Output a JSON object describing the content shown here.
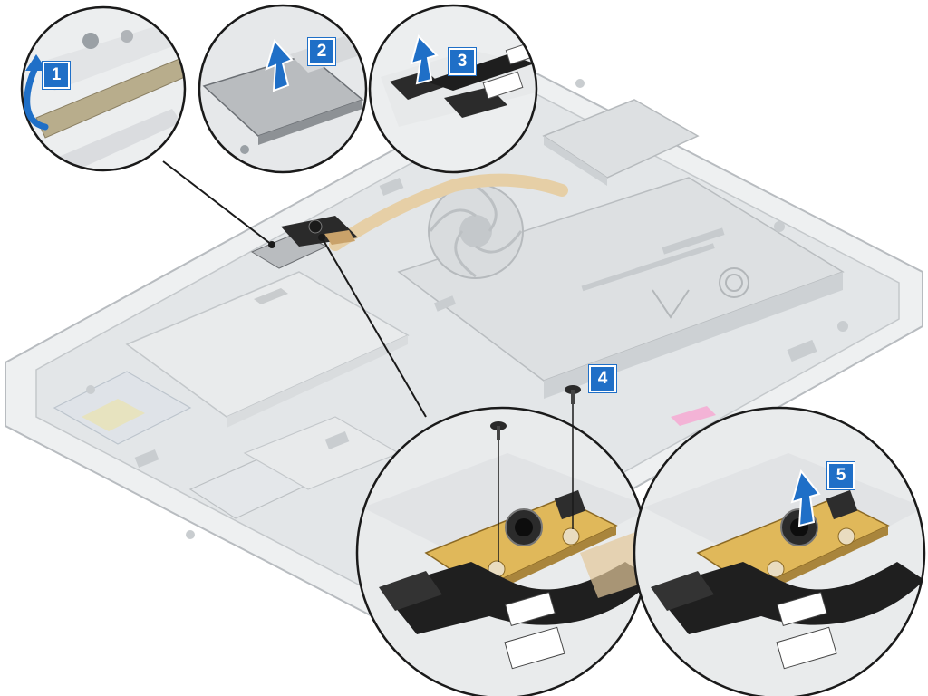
{
  "figure": {
    "steps": [
      {
        "label": "1",
        "action": "peel-arrow-icon"
      },
      {
        "label": "2",
        "action": "lift-arrow-icon"
      },
      {
        "label": "3",
        "action": "lift-arrow-icon"
      },
      {
        "label": "4",
        "action": "screw-icon"
      },
      {
        "label": "5",
        "action": "lift-arrow-icon"
      }
    ],
    "colors": {
      "step_badge": "#1f6fc7",
      "arrow": "#1f6fc7",
      "outline": "#1a1a1a",
      "faded_board": "#e4e6e8",
      "copper": "#c9a26a",
      "flex_cable": "#1e1e1e",
      "pink_tape": "#e85fa8"
    }
  }
}
